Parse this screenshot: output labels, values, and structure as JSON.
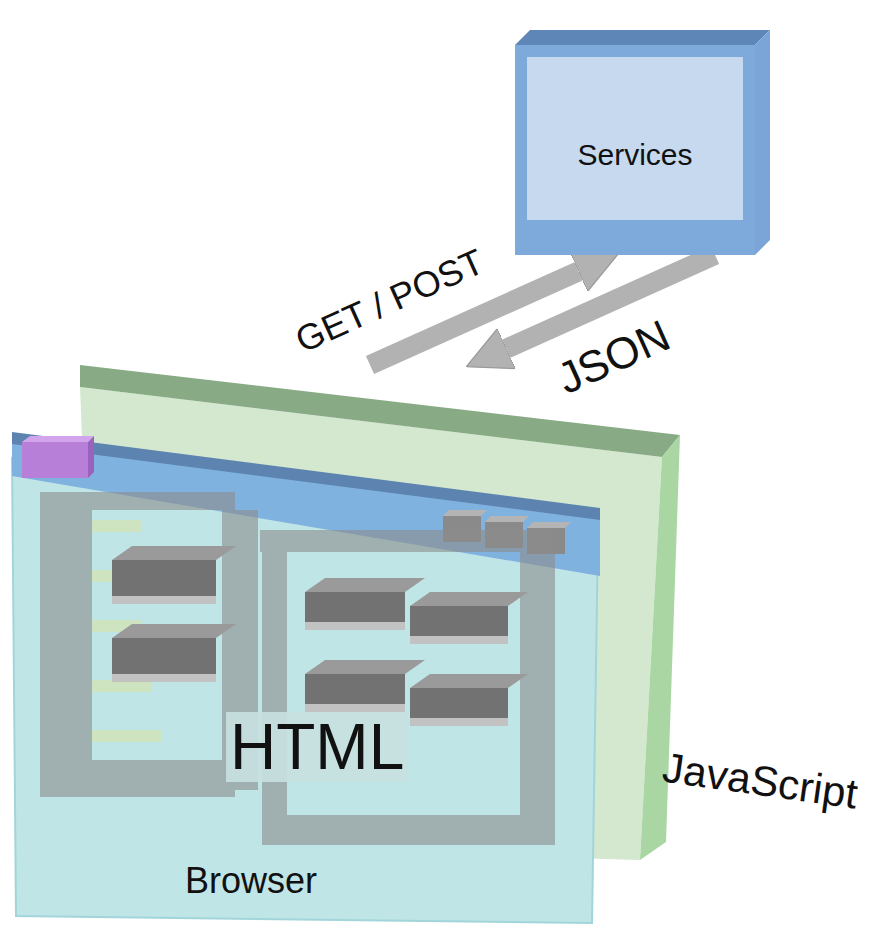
{
  "diagram": {
    "nodes": [
      {
        "text": [
          "Services"
        ]
      },
      {
        "text": [
          "JavaScript"
        ]
      },
      {
        "text": [
          "Browser"
        ]
      }
    ],
    "edges": [
      {
        "from": 1,
        "to": 0,
        "arrow": "to",
        "label": "GET / POST"
      },
      {
        "from": 0,
        "to": 1,
        "arrow": "to",
        "label": "JSON"
      }
    ],
    "labels": [
      "HTML"
    ]
  }
}
